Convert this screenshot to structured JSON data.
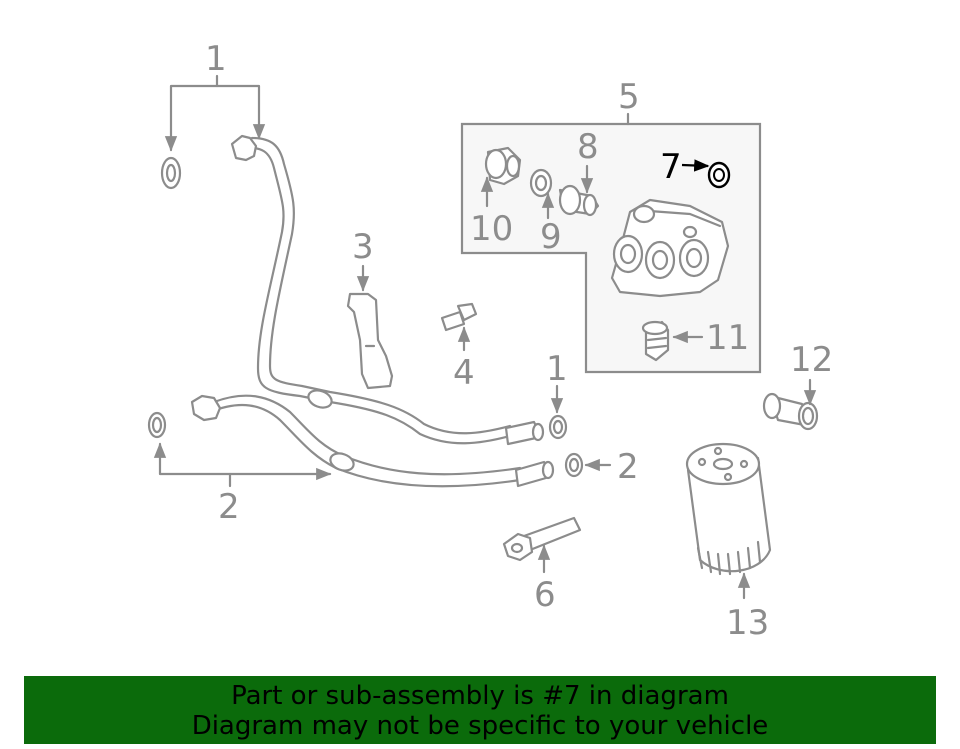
{
  "diagram": {
    "callouts": [
      "1",
      "1",
      "2",
      "2",
      "3",
      "4",
      "5",
      "6",
      "7",
      "8",
      "9",
      "10",
      "11",
      "12",
      "13"
    ],
    "highlight_part": "7",
    "colors": {
      "line": "#8c8c8c",
      "highlight": "#000000",
      "panel": "#f7f7f7"
    }
  },
  "banner": {
    "line1": "Part or sub-assembly is #7 in diagram",
    "line2": "Diagram may not be specific to your vehicle",
    "background": "#0b6b0b"
  }
}
